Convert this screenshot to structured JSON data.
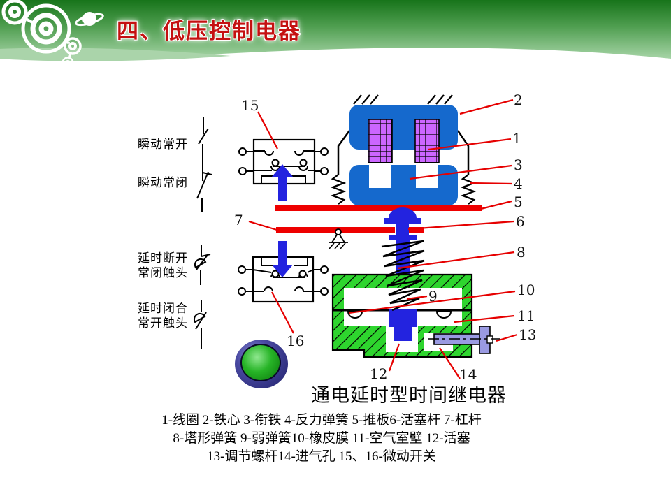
{
  "header": {
    "title": "四、低压控制电器"
  },
  "contact_labels": [
    {
      "text": "瞬动常开"
    },
    {
      "text": "瞬动常闭"
    },
    {
      "line1": "延时断开",
      "line2": "常闭触头"
    },
    {
      "line1": "延时闭合",
      "line2": "常开触头"
    }
  ],
  "callouts": [
    "1",
    "2",
    "3",
    "4",
    "5",
    "6",
    "7",
    "8",
    "9",
    "10",
    "11",
    "12",
    "13",
    "14",
    "15",
    "16"
  ],
  "caption": "通电延时型时间继电器",
  "legend": [
    "1-线圈 2-铁心 3-衔铁 4-反力弹簧 5-推板6-活塞杆 7-杠杆",
    "8-塔形弹簧 9-弱弹簧10-橡皮膜 11-空气室壁 12-活塞",
    "13-调节螺杆14-进气孔 15、16-微动开关"
  ],
  "colors": {
    "header_green_dark": "#1b7a1b",
    "header_green_light": "#9ccf9c",
    "title_red": "#c41111",
    "magnet_blue": "#1569cd",
    "coil_purple": "#cc66ff",
    "bar_red": "#ee0000",
    "leader_red": "#e60000",
    "chamber_green": "#2ed52e",
    "rod_blue": "#2323df",
    "screw_lilac": "#9a9ae2",
    "button_green": "#27b427",
    "button_ring_navy": "#32328c"
  }
}
